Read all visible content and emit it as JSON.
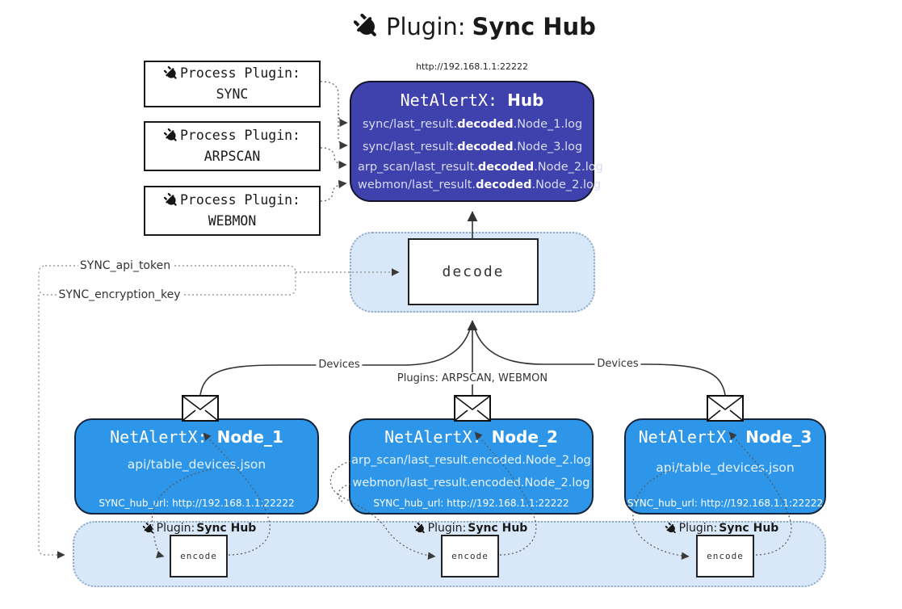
{
  "title": {
    "prefix": "Plugin: ",
    "bold": "Sync Hub"
  },
  "hub": {
    "url_label": "http://192.168.1.1:22222",
    "name_prefix": "NetAlertX: ",
    "name_bold": "Hub",
    "logs": [
      {
        "pre": "sync/last_result.",
        "bold": "decoded",
        "post": ".Node_1.log"
      },
      {
        "pre": "sync/last_result.",
        "bold": "decoded",
        "post": ".Node_3.log"
      },
      {
        "pre": "arp_scan/last_result.",
        "bold": "decoded",
        "post": ".Node_2.log"
      },
      {
        "pre": "webmon/last_result.",
        "bold": "decoded",
        "post": ".Node_2.log"
      }
    ]
  },
  "process_plugins": [
    {
      "line1": "Process Plugin:",
      "name": "SYNC"
    },
    {
      "line1": "Process Plugin:",
      "name": "ARPSCAN"
    },
    {
      "line1": "Process Plugin:",
      "name": "WEBMON"
    }
  ],
  "decode": {
    "label": "decode"
  },
  "secrets": {
    "api_token": "SYNC_api_token",
    "encryption_key": "SYNC_encryption_key"
  },
  "edges": {
    "devices_left": "Devices",
    "devices_right": "Devices",
    "plugins_mid": "Plugins: ARPSCAN, WEBMON"
  },
  "nodes": [
    {
      "name_prefix": "NetAlertX: ",
      "name_bold": "Node_1",
      "files": [
        "api/table_devices.json"
      ],
      "hub_url": "SYNC_hub_url: http://192.168.1.1:22222"
    },
    {
      "name_prefix": "NetAlertX: ",
      "name_bold": "Node_2",
      "files": [
        "arp_scan/last_result.encoded.Node_2.log",
        "webmon/last_result.encoded.Node_2.log"
      ],
      "hub_url": "SYNC_hub_url: http://192.168.1.1:22222"
    },
    {
      "name_prefix": "NetAlertX: ",
      "name_bold": "Node_3",
      "files": [
        "api/table_devices.json"
      ],
      "hub_url": "SYNC_hub_url: http://192.168.1.1:22222"
    }
  ],
  "encoders": [
    {
      "label_prefix": "Plugin: ",
      "label_bold": "Sync Hub",
      "box_label": "encode"
    },
    {
      "label_prefix": "Plugin: ",
      "label_bold": "Sync Hub",
      "box_label": "encode"
    },
    {
      "label_prefix": "Plugin: ",
      "label_bold": "Sync Hub",
      "box_label": "encode"
    }
  ],
  "colors": {
    "hub_bg": "#3f41ad",
    "node_bg": "#2d96e8",
    "container_bg": "#d9e8f9",
    "container_border": "#8fa9c7",
    "line": "#333333"
  }
}
